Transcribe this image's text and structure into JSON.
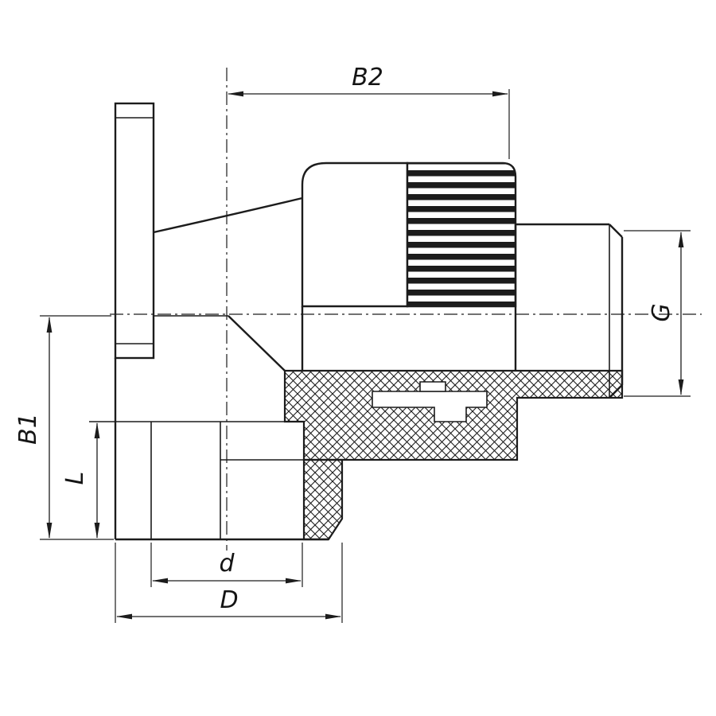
{
  "page": {
    "background": "#ffffff",
    "line_color": "#1c1c1c"
  },
  "drawing": {
    "description": "Technical section drawing of a wall-mounted pipe fitting (elbow with flange, knurled nut and male thread)",
    "labels": {
      "b2": "B2",
      "g": "G",
      "b1": "B1",
      "l": "L",
      "d_inner": "d",
      "d_outer": "D"
    }
  }
}
